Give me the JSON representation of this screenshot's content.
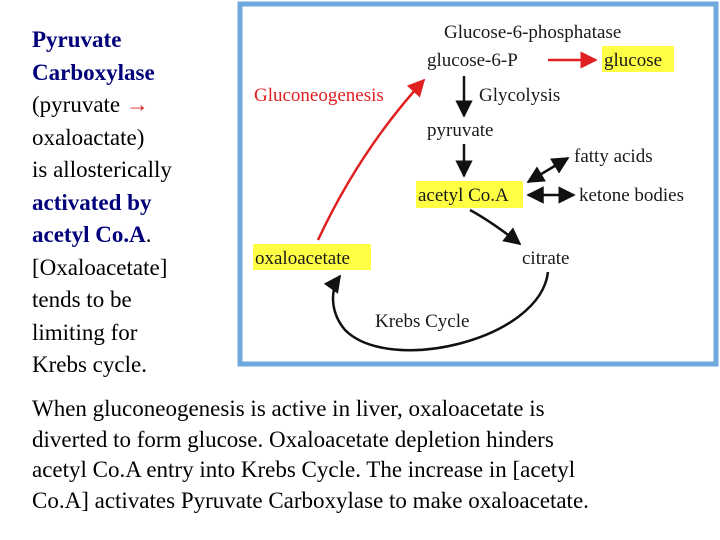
{
  "left_text": {
    "line1": "Pyruvate",
    "line2": "Carboxylase",
    "line3_a": "(pyruvate ",
    "line3_arrow": "→",
    "line4": "oxaloactate)",
    "line5": "is allosterically",
    "line6": "activated by",
    "line7": "acetyl Co.A",
    "line7_dot": ".",
    "line8": "[Oxaloacetate]",
    "line9": "tends to be",
    "line10": "limiting for",
    "line11": "Krebs cycle."
  },
  "diagram": {
    "glucose6phosphatase": "Glucose-6-phosphatase",
    "glucose6p": "glucose-6-P",
    "glucose": "glucose",
    "gluconeogenesis": "Gluconeogenesis",
    "glycolysis": "Glycolysis",
    "pyruvate": "pyruvate",
    "fatty_acids": "fatty acids",
    "acetyl_coa": "acetyl Co.A",
    "ketone_bodies": "ketone bodies",
    "oxaloacetate": "oxaloacetate",
    "citrate": "citrate",
    "krebs_cycle": "Krebs Cycle",
    "colors": {
      "frame": "#6fa8dc",
      "highlight": "#ffff44",
      "red_arrow": "#e02020"
    }
  },
  "bottom_text": {
    "line1": "When gluconeogenesis is active in liver, oxaloacetate is",
    "line2": "diverted to form glucose. Oxaloacetate depletion hinders",
    "line3": "acetyl Co.A entry into Krebs Cycle. The increase in [acetyl",
    "line4": "Co.A] activates Pyruvate Carboxylase to make oxaloacetate."
  }
}
